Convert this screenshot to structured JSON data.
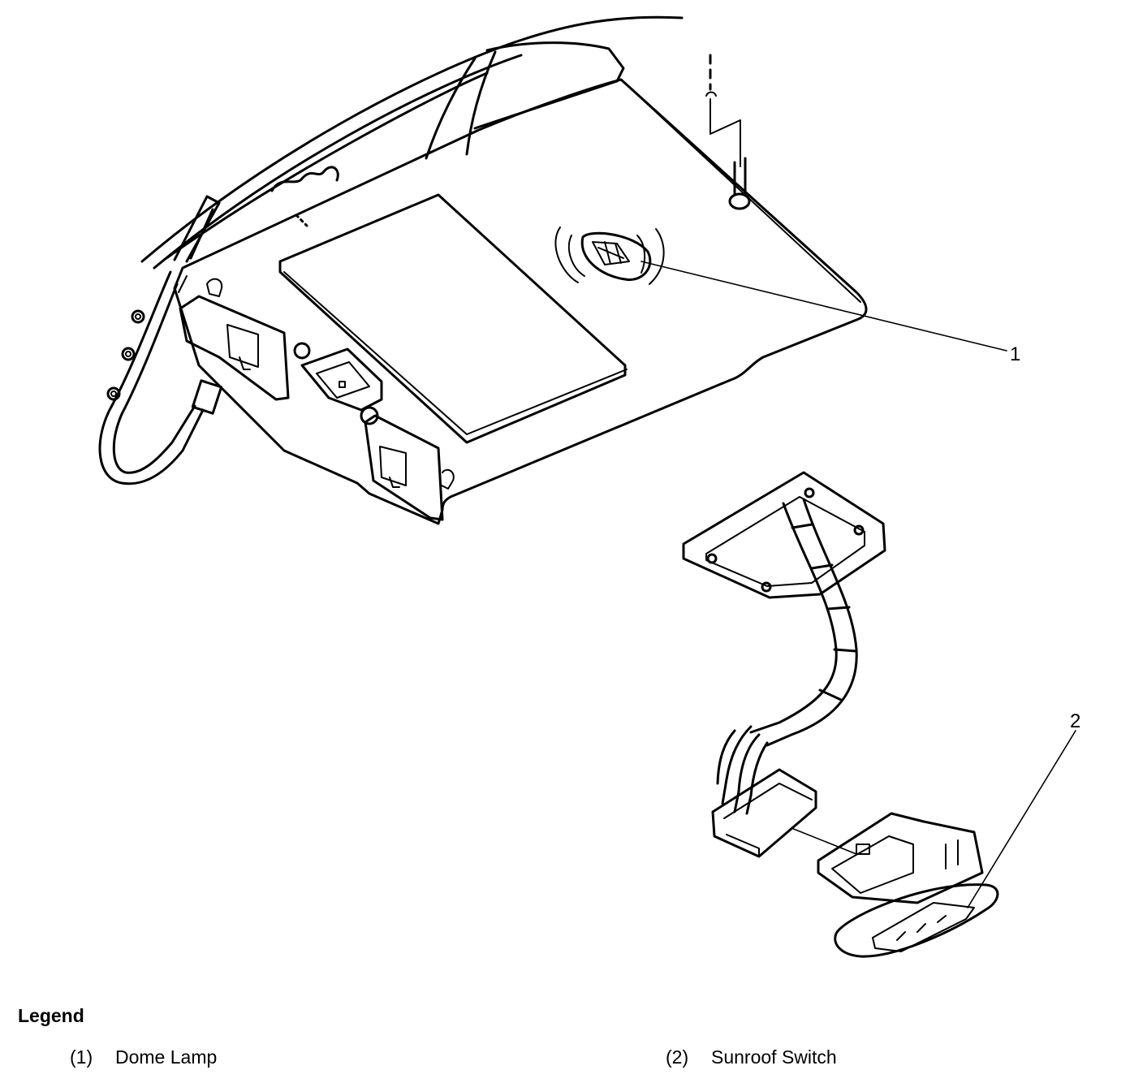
{
  "diagram": {
    "callouts": [
      {
        "label": "1",
        "target": "Dome Lamp"
      },
      {
        "label": "2",
        "target": "Sunroof Switch"
      }
    ],
    "stroke_color": "#000000",
    "background_color": "#ffffff"
  },
  "legend": {
    "title": "Legend",
    "items": [
      {
        "number": "(1)",
        "text": "Dome Lamp"
      },
      {
        "number": "(2)",
        "text": "Sunroof Switch"
      }
    ]
  }
}
